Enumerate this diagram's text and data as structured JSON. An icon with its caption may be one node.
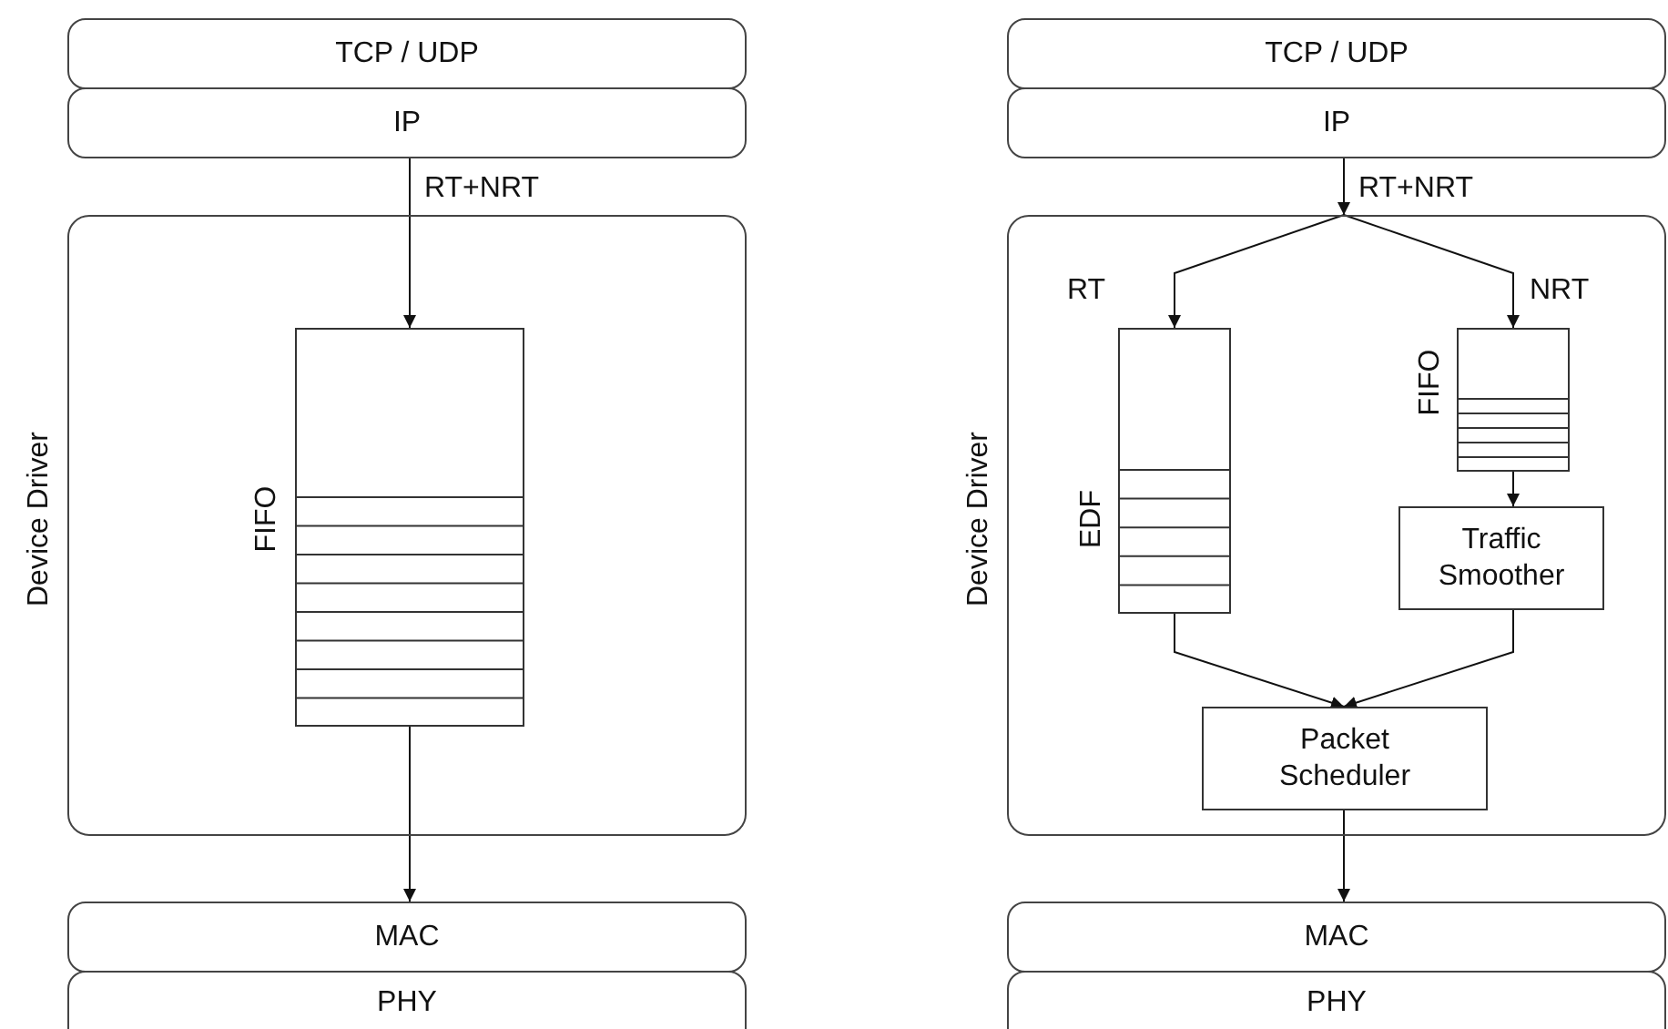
{
  "diagram": {
    "nodes": [
      {
        "text": [
          "TCP / UDP"
        ]
      },
      {
        "text": [
          "IP"
        ]
      },
      {
        "text": [
          "Device Driver"
        ]
      },
      {
        "text": [
          "FIFO"
        ],
        "in": 2
      },
      {
        "text": [
          "MAC"
        ]
      },
      {
        "text": [
          "PHY"
        ]
      },
      {
        "text": [
          "TCP / UDP"
        ]
      },
      {
        "text": [
          "IP"
        ]
      },
      {
        "text": [
          "Device Driver"
        ]
      },
      {
        "text": [
          "EDF"
        ],
        "in": 8
      },
      {
        "text": [
          "FIFO"
        ],
        "in": 8
      },
      {
        "text": [
          "Traffic Smoother"
        ],
        "in": 8
      },
      {
        "text": [
          "Packet Scheduler"
        ],
        "in": 8
      },
      {
        "text": [
          "MAC"
        ]
      },
      {
        "text": [
          "PHY"
        ]
      }
    ],
    "edges": [
      {
        "from": 1,
        "to": 3,
        "arrow": "to",
        "label": "RT+NRT"
      },
      {
        "from": 3,
        "to": 4,
        "arrow": "to"
      },
      {
        "from": 7,
        "to": 8,
        "arrow": "to",
        "label": "RT+NRT"
      },
      {
        "from": 8,
        "to": 9,
        "arrow": "to",
        "label": "RT"
      },
      {
        "from": 8,
        "to": 10,
        "arrow": "to",
        "label": "NRT"
      },
      {
        "from": 10,
        "to": 11,
        "arrow": "to"
      },
      {
        "from": 9,
        "to": 12,
        "arrow": "to"
      },
      {
        "from": 11,
        "to": 12,
        "arrow": "to"
      },
      {
        "from": 12,
        "to": 13,
        "arrow": "to"
      }
    ]
  }
}
